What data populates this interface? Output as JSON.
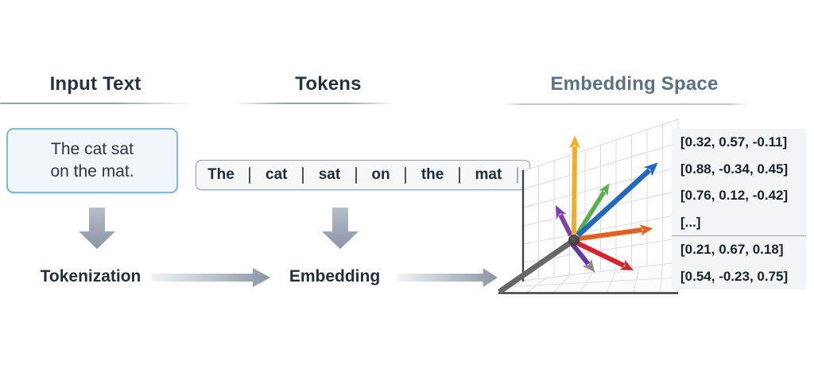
{
  "diagram": {
    "headers": {
      "input": "Input Text",
      "tokens": "Tokens",
      "embedding": "Embedding Space"
    },
    "input_box": {
      "line1": "The cat sat",
      "line2": "on the mat."
    },
    "token_list": [
      "The",
      "cat",
      "sat",
      "on",
      "the",
      "mat"
    ],
    "steps": {
      "tokenization": "Tokenization",
      "embedding": "Embedding"
    },
    "vectors": [
      "[0.32, 0.57, -0.11]",
      "[0.88, -0.34, 0.45]",
      "[0.76, 0.12, -0.42]",
      "[...]",
      "[0.21, 0.67, 0.18]",
      "[0.54, -0.23, 0.75]"
    ],
    "colors": {
      "arrow_yellow": "#eeae2a",
      "arrow_green": "#55b14a",
      "arrow_blue": "#2268c3",
      "arrow_purple": "#7e42a8",
      "arrow_orange": "#e5601e",
      "arrow_red": "#d9222e",
      "arrow_violet": "#5f3ba1",
      "arrow_gray_tip": "#888888",
      "input_box_border": "#82b9d2",
      "header_dark": "#27333f",
      "header_muted": "#5d7184",
      "flow_arrow_gray": "#8b95a5"
    }
  }
}
